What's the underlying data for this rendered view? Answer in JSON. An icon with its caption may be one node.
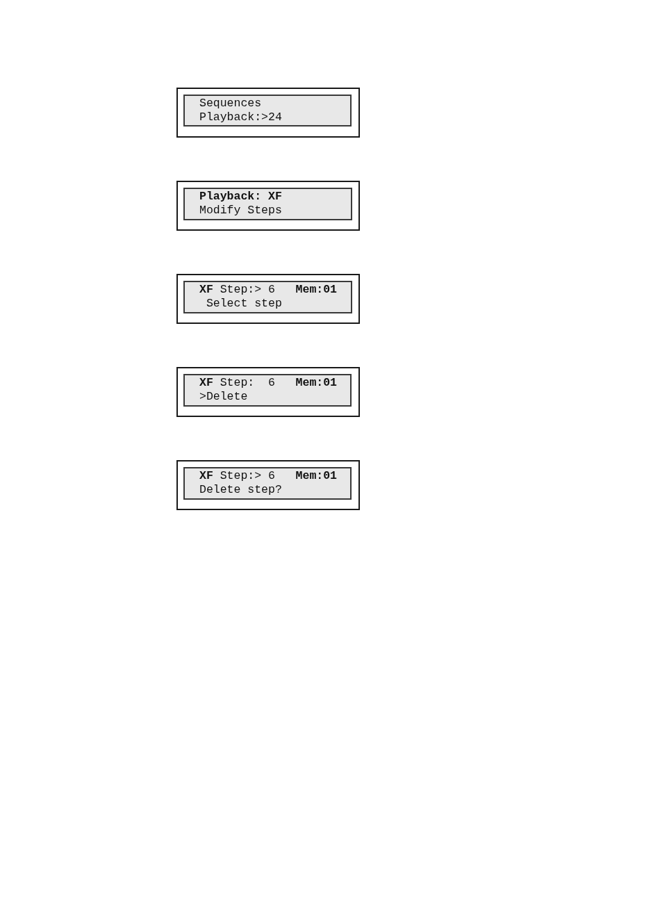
{
  "diagram": {
    "nodes": [
      {
        "text": [],
        "shape": "box"
      },
      {
        "text": [
          "Sequences",
          "Playback:>24"
        ],
        "in": 0
      },
      {
        "text": [],
        "shape": "box"
      },
      {
        "text": [
          "Playback: XF",
          "Modify Steps"
        ],
        "in": 2
      },
      {
        "text": [],
        "shape": "box"
      },
      {
        "text": [
          "**XF** Step:> 6",
          "Mem:01",
          "Select step"
        ],
        "in": 4
      },
      {
        "text": [],
        "shape": "box"
      },
      {
        "text": [
          "**XF** Step:  6",
          "Mem:01",
          ">Delete"
        ],
        "in": 6
      },
      {
        "text": [],
        "shape": "box"
      },
      {
        "text": [
          "**XF** Step:> 6",
          "Mem:01",
          "Delete step?"
        ],
        "in": 8
      }
    ]
  }
}
